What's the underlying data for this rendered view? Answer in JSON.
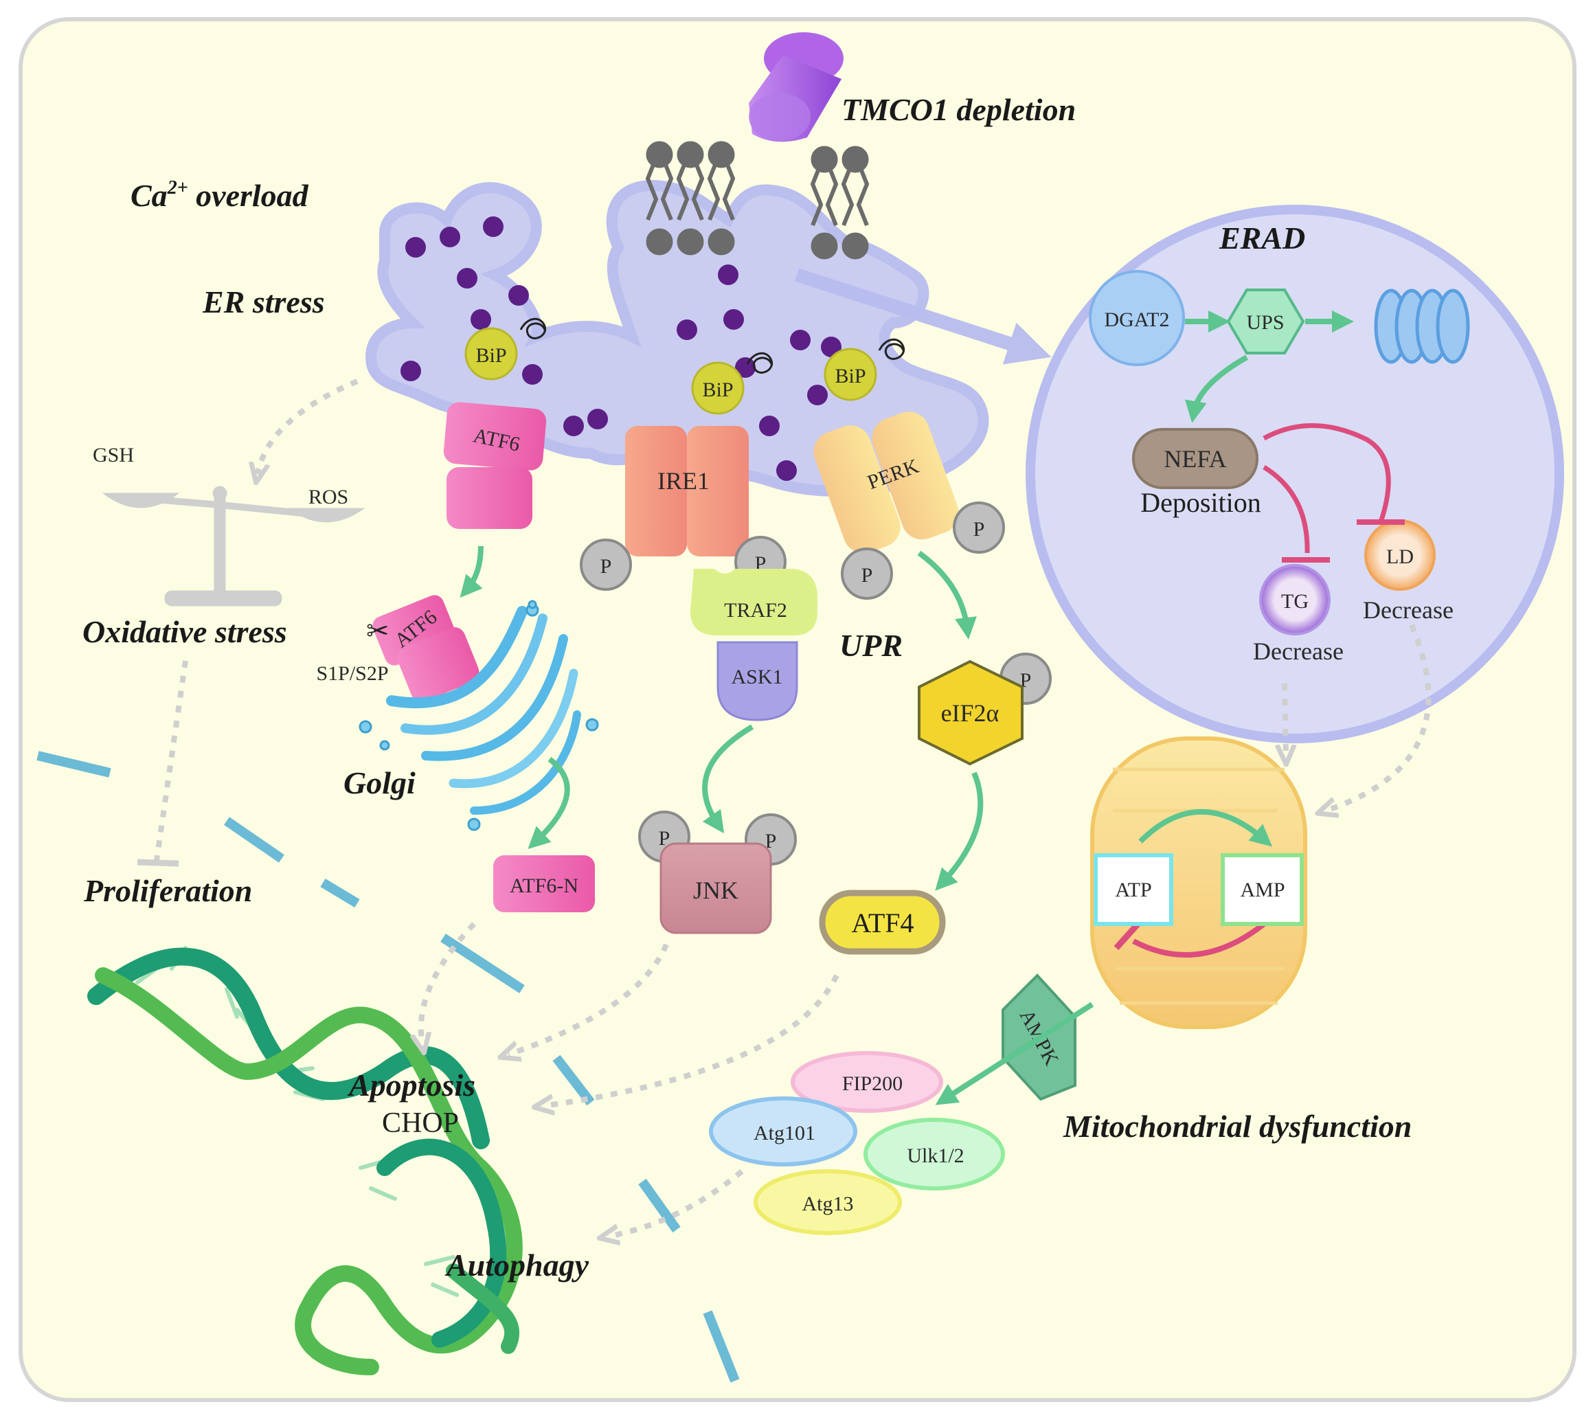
{
  "labels": {
    "tmco1": "TMCO1 depletion",
    "ca_overload_base": "Ca",
    "ca_overload_sup": "2+",
    "ca_overload_rest": " overload",
    "er_stress": "ER stress",
    "erad": "ERAD",
    "oxidative_stress": "Oxidative stress",
    "golgi": "Golgi",
    "upr": "UPR",
    "proliferation": "Proliferation",
    "apoptosis": "Apoptosis",
    "chop": "CHOP",
    "autophagy": "Autophagy",
    "mito_dysfunction": "Mitochondrial dysfunction",
    "gsh": "GSH",
    "ros": "ROS",
    "s1p_s2p": "S1P/S2P",
    "deposition": "Deposition",
    "decrease_tg": "Decrease",
    "decrease_ld": "Decrease"
  },
  "molecules": {
    "bip": "BiP",
    "atf6": "ATF6",
    "atf6_cleaved": "ATF6",
    "atf6n": "ATF6-N",
    "ire1": "IRE1",
    "perk": "PERK",
    "p": "P",
    "traf2": "TRAF2",
    "ask1": "ASK1",
    "jnk": "JNK",
    "eif2a": "eIF2α",
    "atf4": "ATF4",
    "dgat2": "DGAT2",
    "ups": "UPS",
    "nefa": "NEFA",
    "tg": "TG",
    "ld": "LD",
    "atp": "ATP",
    "amp": "AMP",
    "ampk": "AMPK",
    "fip200": "FIP200",
    "atg101": "Atg101",
    "ulk12": "Ulk1/2",
    "atg13": "Atg13"
  },
  "colors": {
    "background": "#fdfde3",
    "er": "#c8cbf0",
    "erad_circle": "#d9dcf4",
    "green_arrow": "#5dc58f",
    "inhibit_red": "#dc4d7d",
    "dashed_grey": "#cfcfcf",
    "calcium_dot": "#5b1f86",
    "dna_green": "#2fa45c",
    "membrane_dash": "#6bbad6"
  }
}
